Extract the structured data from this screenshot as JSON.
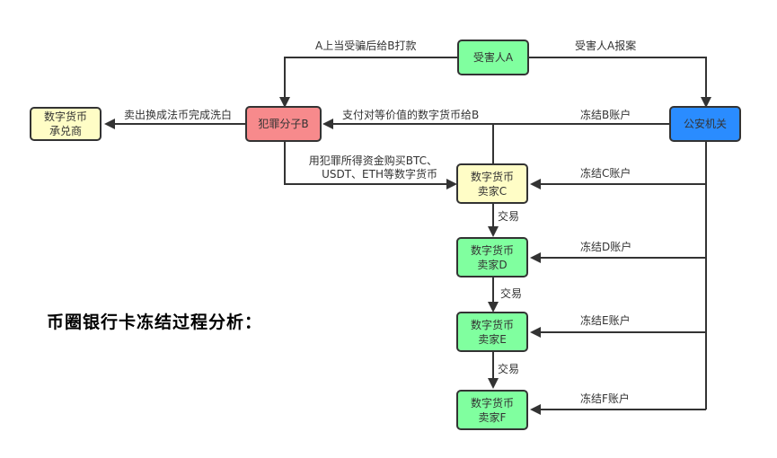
{
  "title": "币圈银行卡冻结过程分析：",
  "colors": {
    "victim": "#80ff9f",
    "criminal": "#f78a8c",
    "police": "#2a8cff",
    "seller_c": "#fffdc6",
    "seller_green": "#80ff9f",
    "exchanger": "#fffdc6",
    "line": "#333333"
  },
  "nodes": {
    "victim": "受害人A",
    "criminal": "犯罪分子B",
    "police": "公安机关",
    "exchanger": "数字货币\n承兑商",
    "seller_c": "数字货币\n卖家C",
    "seller_d": "数字货币\n卖家D",
    "seller_e": "数字货币\n卖家E",
    "seller_f": "数字货币\n卖家F"
  },
  "edges": {
    "victim_to_criminal": "A上当受骗后给B打款",
    "victim_to_police": "受害人A报案",
    "criminal_to_exchanger": "卖出换成法币完成洗白",
    "c_to_criminal": "支付对等价值的数字货币给B",
    "criminal_to_c": "用犯罪所得资金购买BTC、\nUSDT、ETH等数字货币",
    "freeze_b": "冻结B账户",
    "freeze_c": "冻结C账户",
    "freeze_d": "冻结D账户",
    "freeze_e": "冻结E账户",
    "freeze_f": "冻结F账户",
    "c_to_d": "交易",
    "d_to_e": "交易",
    "e_to_f": "交易"
  }
}
